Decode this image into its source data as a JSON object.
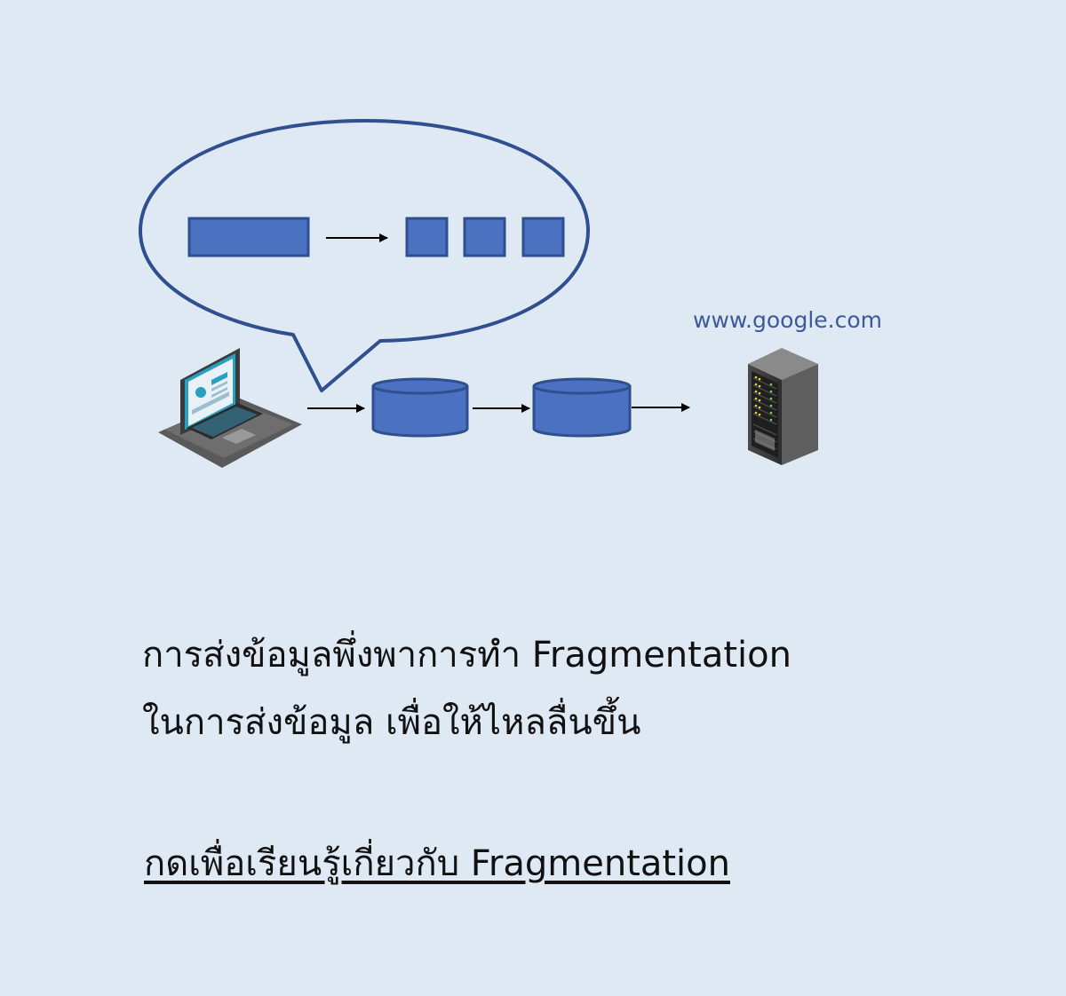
{
  "server_label": "www.google.com",
  "description": {
    "line1": "การส่งข้อมูลพึ่งพาการทำ Fragmentation",
    "line2": "ในการส่งข้อมูล เพื่อให้ไหลลื่นขึ้น"
  },
  "learn_link": "กดเพื่อเรียนรู้เกี่ยวกับ Fragmentation",
  "colors": {
    "background": "#dfe9f4",
    "block_fill": "#4a72c0",
    "block_stroke": "#2f4f8f",
    "bubble_stroke": "#2f4f8f",
    "url_text": "#3a5a9a",
    "text": "#111111"
  },
  "icons": {
    "laptop": "laptop-icon",
    "router": "router-icon",
    "server": "server-rack-icon"
  }
}
